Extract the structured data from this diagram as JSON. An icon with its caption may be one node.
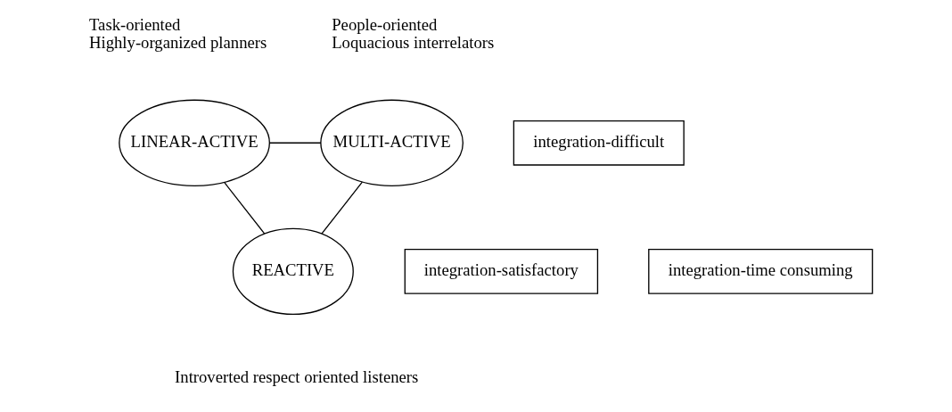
{
  "diagram": {
    "nodes": [
      {
        "text": [
          "LINEAR-ACTIVE"
        ],
        "beside": [
          "Task-oriented",
          "Highly-organized planners"
        ]
      },
      {
        "text": [
          "MULTI-ACTIVE"
        ],
        "beside": [
          "People-oriented",
          "Loquacious interrelators"
        ]
      },
      {
        "text": [
          "integration-difficult"
        ]
      },
      {
        "text": [
          "REACTIVE"
        ],
        "beside": [
          "Introverted respect oriented listeners"
        ]
      },
      {
        "text": [
          "integration-satisfactory"
        ]
      },
      {
        "text": [
          "integration-time consuming"
        ]
      }
    ],
    "edges": [
      {
        "from": 0,
        "to": 1,
        "arrow": "none"
      },
      {
        "from": 0,
        "to": 3,
        "arrow": "none"
      },
      {
        "from": 1,
        "to": 3,
        "arrow": "none"
      }
    ]
  }
}
